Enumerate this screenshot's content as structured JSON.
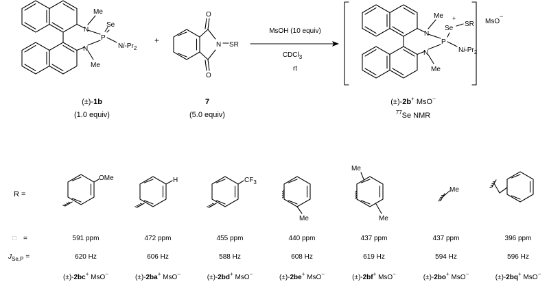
{
  "reaction": {
    "reactant1": {
      "prefix": "(±)-",
      "bold": "1b",
      "equiv": "(1.0 equiv)",
      "labels": {
        "se": "Se",
        "p": "P",
        "n1": "N",
        "n2": "N",
        "me1": "Me",
        "me2": "Me",
        "n_ipr2_n": "N",
        "n_ipr2_i": "i",
        "n_ipr2_rest": "-Pr",
        "n_ipr2_sub": "2"
      }
    },
    "plus": "+",
    "reactant2": {
      "bold": "7",
      "equiv": "(5.0 equiv)",
      "labels": {
        "o1": "O",
        "o2": "O",
        "n": "N",
        "sr": "SR"
      }
    },
    "conditions": {
      "acid": "MsOH (10 equiv)",
      "solvent": "CDCl",
      "solvent_sub": "3",
      "temp": "rt"
    },
    "product": {
      "prefix": "(±)-",
      "bold": "2b",
      "sup": "+",
      "anion": " MsO",
      "anion_sup": "−",
      "counterion": "MsO",
      "counterion_sup": "−",
      "nmr_sup": "77",
      "nmr": "Se NMR",
      "labels": {
        "se": "Se",
        "se_plus": "+",
        "sr": "SR",
        "p": "P",
        "n1": "N",
        "n2": "N",
        "me1": "Me",
        "me2": "Me",
        "n_ipr2_n": "N",
        "n_ipr2_i": "i",
        "n_ipr2_rest": "-Pr",
        "n_ipr2_sub": "2"
      }
    }
  },
  "table": {
    "r_label": "R  =",
    "delta_symbol": "□",
    "delta_eq": "=",
    "j_main": "J",
    "j_sub": "Se,P",
    "j_eq": "=",
    "substituent_labels": {
      "ome": "OMe",
      "h": "H",
      "cf3": "CF",
      "cf3_sub": "3",
      "me_ortho": "Me",
      "me_26a": "Me",
      "me_26b": "Me",
      "me_methyl": "Me"
    },
    "entries": [
      {
        "id": "2bc",
        "shift": "591 ppm",
        "j": "620 Hz"
      },
      {
        "id": "2ba",
        "shift": "472 ppm",
        "j": "606 Hz"
      },
      {
        "id": "2bd",
        "shift": "455 ppm",
        "j": "588 Hz"
      },
      {
        "id": "2be",
        "shift": "440 ppm",
        "j": "608 Hz"
      },
      {
        "id": "2bf",
        "shift": "437 ppm",
        "j": "619 Hz"
      },
      {
        "id": "2bo",
        "shift": "437 ppm",
        "j": "594 Hz"
      },
      {
        "id": "2bq",
        "shift": "396 ppm",
        "j": "596 Hz"
      }
    ],
    "entry_prefix": "(±)-",
    "entry_sup": "+",
    "entry_anion": " MsO",
    "entry_anion_sup": "−"
  }
}
